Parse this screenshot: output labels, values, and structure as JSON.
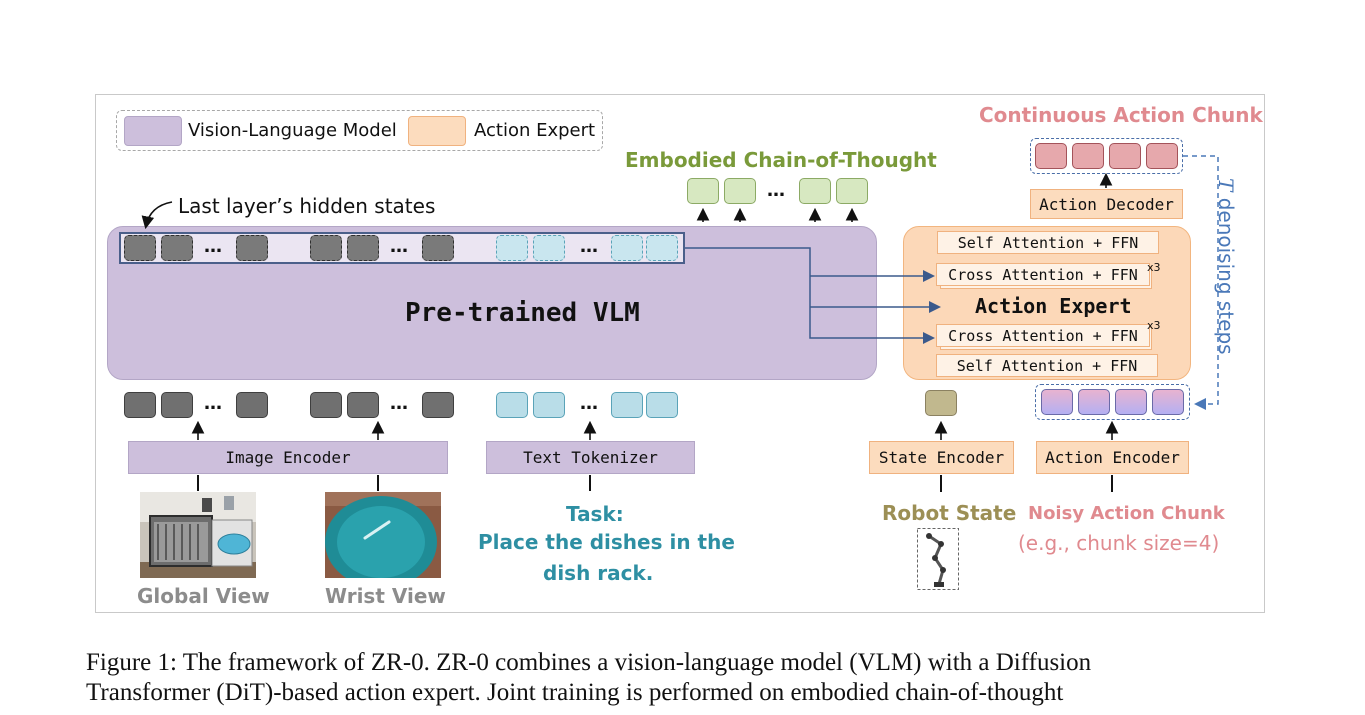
{
  "legend": {
    "vlm_label": "Vision-Language Model",
    "ae_label": "Action Expert",
    "vlm_color": "#cdbfdc",
    "ae_color": "#fcdcbe"
  },
  "labels": {
    "hidden_states": "Last layer’s hidden states",
    "embodied_cot": "Embodied Chain-of-Thought",
    "continuous_chunk": "Continuous Action Chunk",
    "pretrained_vlm": "Pre-trained VLM",
    "action_expert": "Action Expert",
    "denoising_t": "T",
    "denoising_rest": " denoising steps",
    "ellipsis": "…",
    "x3": "x3"
  },
  "action_expert_layers": {
    "self_top": "Self Attention + FFN",
    "cross_top": "Cross Attention + FFN",
    "cross_bottom": "Cross Attention + FFN",
    "self_bottom": "Self Attention + FFN"
  },
  "encoders": {
    "image": "Image Encoder",
    "text": "Text Tokenizer",
    "state": "State Encoder",
    "action": "Action Encoder",
    "decoder": "Action Decoder"
  },
  "inputs": {
    "global_view": "Global View",
    "wrist_view": "Wrist View",
    "task_line1": "Task:",
    "task_line2": "Place the dishes in the",
    "task_line3": "dish rack.",
    "robot_state": "Robot State",
    "noisy_chunk": "Noisy Action Chunk",
    "chunk_size": "(e.g., chunk size=4)"
  },
  "colors": {
    "cot_green": "#7a9a3a",
    "chunk_pink": "#e08a8f",
    "task_teal": "#2e8fa3",
    "robot_olive": "#9c8f55",
    "arrow_blue": "#3b5a8c",
    "denoise_blue": "#4a78b8"
  },
  "caption": {
    "line1": "Figure 1: The framework of ZR-0. ZR-0 combines a vision-language model (VLM) with a Diffusion",
    "line2": "Transformer (DiT)-based action expert. Joint training is performed on embodied chain-of-thought"
  }
}
